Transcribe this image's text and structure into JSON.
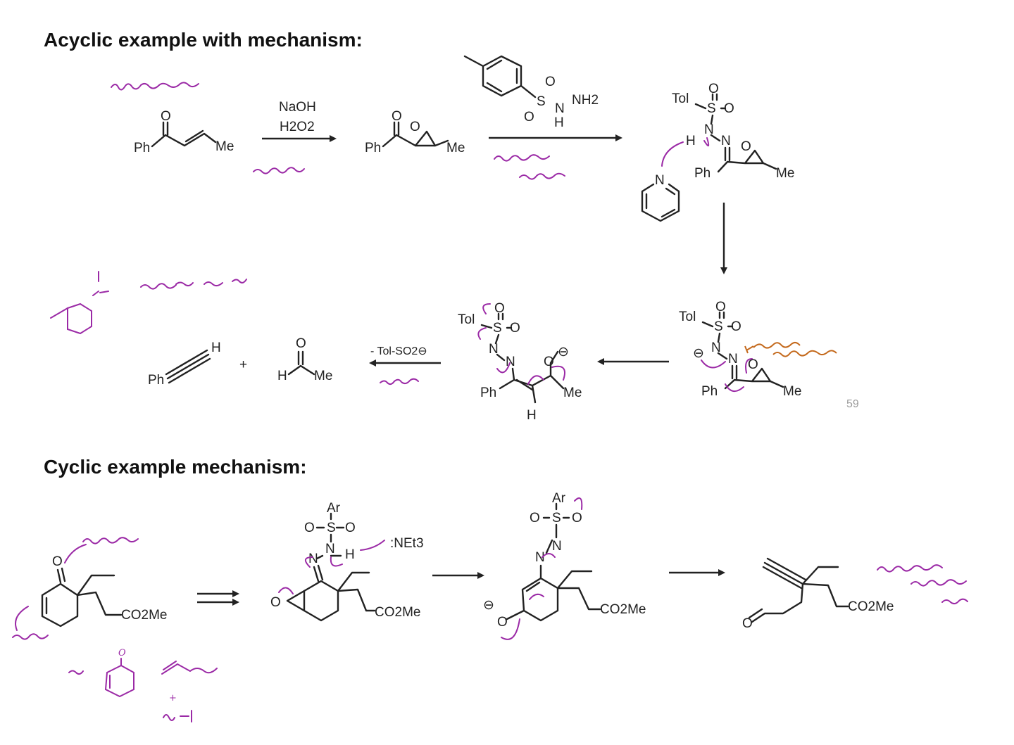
{
  "headings": {
    "acyclic": "Acyclic example with mechanism:",
    "cyclic": "Cyclic example mechanism:"
  },
  "page_number": "59",
  "acyclic": {
    "ketone": {
      "o": "O",
      "ph": "Ph",
      "me": "Me"
    },
    "reagents_1": {
      "line1": "NaOH",
      "line2": "H2O2"
    },
    "epoxide": {
      "o": "O",
      "ph": "Ph",
      "me": "Me",
      "ring_o": "O"
    },
    "tosylhydrazide": {
      "o1": "O",
      "s": "S",
      "o2": "O",
      "n": "N",
      "h": "H",
      "nh2": "NH2"
    },
    "hydrazone": {
      "tol": "Tol",
      "o_top": "O",
      "s": "S",
      "o_right": "O",
      "n1": "N",
      "n2": "N",
      "h": "H",
      "ph": "Ph",
      "ring_o": "O",
      "me": "Me"
    },
    "pyridine": {
      "n": "N"
    },
    "anion": {
      "tol": "Tol",
      "o_top": "O",
      "s": "S",
      "o_right": "O",
      "n1": "N",
      "n2": "N",
      "ph": "Ph",
      "ring_o": "O",
      "me": "Me",
      "minus": "⊖"
    },
    "diazo": {
      "tol": "Tol",
      "o_top": "O",
      "s": "S",
      "o_right": "O",
      "n1": "N",
      "n2": "N",
      "ph": "Ph",
      "o": "O",
      "me": "Me",
      "h": "H",
      "minus": "⊖"
    },
    "loss_label": "- Tol-SO2⊖",
    "alkyne": {
      "ph": "Ph",
      "h": "H"
    },
    "plus": "+",
    "aldehyde": {
      "o": "O",
      "h": "H",
      "me": "Me"
    }
  },
  "cyclic": {
    "sm": {
      "o": "O",
      "co2me": "CO2Me"
    },
    "hyd": {
      "ar": "Ar",
      "o1": "O",
      "s": "S",
      "o2": "O",
      "n1": "N",
      "n2": "N",
      "h": "H",
      "net3": ":NEt3",
      "o": "O",
      "co2me": "CO2Me"
    },
    "diaz": {
      "ar": "Ar",
      "o1": "O",
      "s": "S",
      "o2": "O",
      "n1": "N",
      "n2": "N",
      "o": "O",
      "minus": "⊖",
      "co2me": "CO2Me"
    },
    "prod": {
      "o": "O",
      "co2me": "CO2Me"
    },
    "below": {
      "o": "O",
      "plus": "+"
    }
  },
  "colors": {
    "ink_purple": "#9b2aa6",
    "ink_orange": "#c4691c",
    "text": "#222222"
  }
}
